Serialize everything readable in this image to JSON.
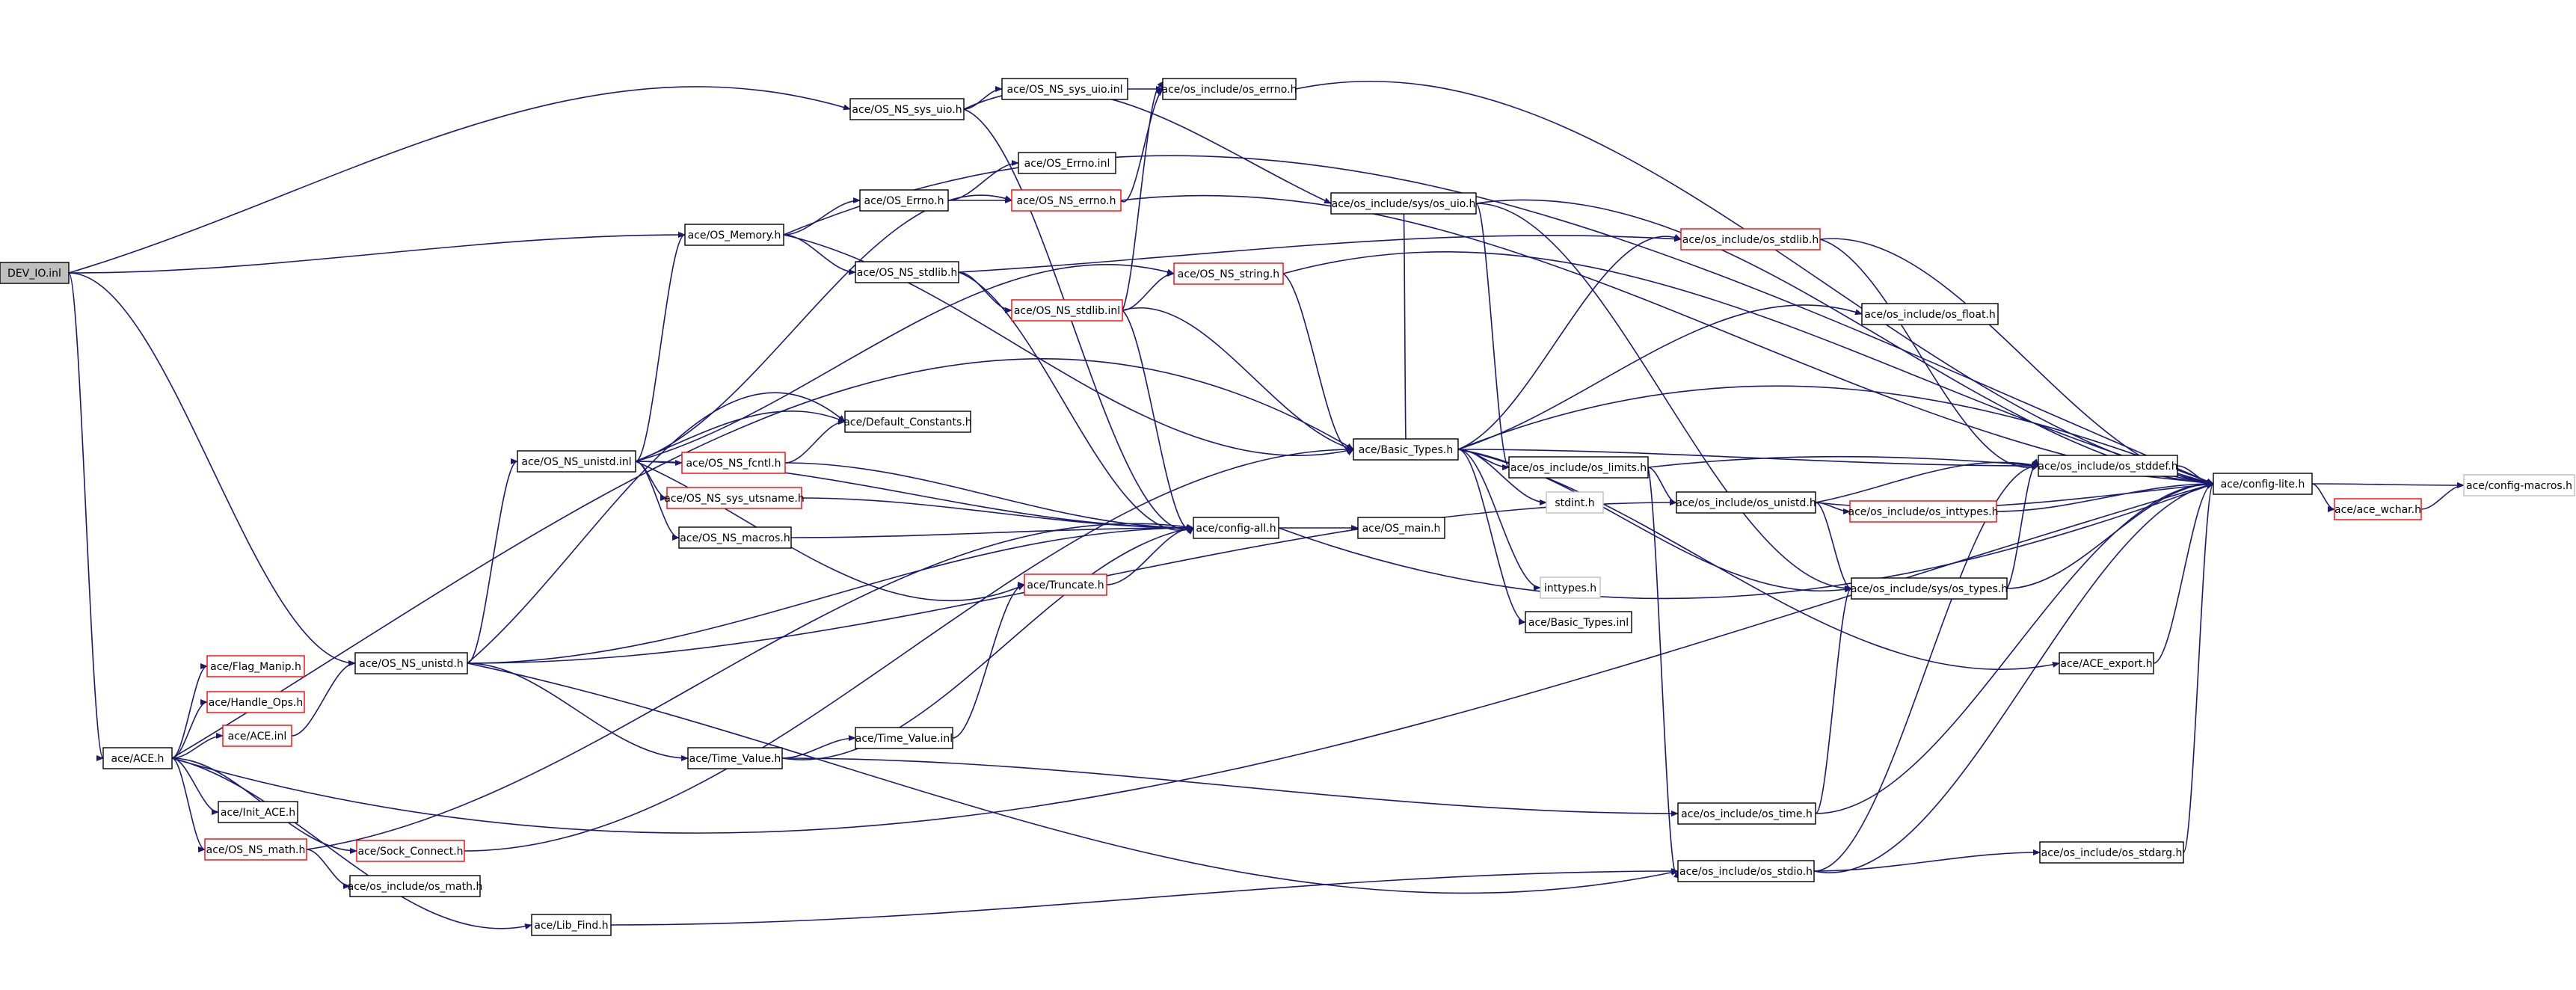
{
  "colors": {
    "edge": "#191970",
    "node_border_black": "#000000",
    "node_border_red": "#ff0000",
    "node_border_gray": "#bfbfbf",
    "root_fill": "#bfbfbf",
    "node_fill": "#ffffff"
  },
  "nodes": [
    {
      "id": "n_dev_io",
      "label": "DEV_IO.inl",
      "style": "root"
    },
    {
      "id": "n_os_ns_sys_uio_h",
      "label": "ace/OS_NS_sys_uio.h",
      "style": "black"
    },
    {
      "id": "n_os_ns_sys_uio_inl",
      "label": "ace/OS_NS_sys_uio.inl",
      "style": "black"
    },
    {
      "id": "n_os_errno_h",
      "label": "ace/os_include/os_errno.h",
      "style": "black"
    },
    {
      "id": "n_os_errno_inl",
      "label": "ace/OS_Errno.inl",
      "style": "black"
    },
    {
      "id": "n_os_errno_hdr",
      "label": "ace/OS_Errno.h",
      "style": "black"
    },
    {
      "id": "n_os_ns_errno_h",
      "label": "ace/OS_NS_errno.h",
      "style": "red"
    },
    {
      "id": "n_os_memory_h",
      "label": "ace/OS_Memory.h",
      "style": "black"
    },
    {
      "id": "n_sys_os_uio_h",
      "label": "ace/os_include/sys/os_uio.h",
      "style": "black"
    },
    {
      "id": "n_os_ns_stdlib_h",
      "label": "ace/OS_NS_stdlib.h",
      "style": "black"
    },
    {
      "id": "n_os_ns_string_h",
      "label": "ace/OS_NS_string.h",
      "style": "red"
    },
    {
      "id": "n_os_ns_stdlib_inl",
      "label": "ace/OS_NS_stdlib.inl",
      "style": "red"
    },
    {
      "id": "n_os_stdlib_h",
      "label": "ace/os_include/os_stdlib.h",
      "style": "red"
    },
    {
      "id": "n_os_float_h",
      "label": "ace/os_include/os_float.h",
      "style": "black"
    },
    {
      "id": "n_default_constants_h",
      "label": "ace/Default_Constants.h",
      "style": "black"
    },
    {
      "id": "n_os_ns_unistd_inl",
      "label": "ace/OS_NS_unistd.inl",
      "style": "black"
    },
    {
      "id": "n_os_ns_fcntl_h",
      "label": "ace/OS_NS_fcntl.h",
      "style": "red"
    },
    {
      "id": "n_basic_types_h",
      "label": "ace/Basic_Types.h",
      "style": "black"
    },
    {
      "id": "n_os_limits_h",
      "label": "ace/os_include/os_limits.h",
      "style": "black"
    },
    {
      "id": "n_os_stddef_h",
      "label": "ace/os_include/os_stddef.h",
      "style": "black"
    },
    {
      "id": "n_config_lite_h",
      "label": "ace/config-lite.h",
      "style": "black"
    },
    {
      "id": "n_config_macros_h",
      "label": "ace/config-macros.h",
      "style": "gray"
    },
    {
      "id": "n_ace_wchar_h",
      "label": "ace/ace_wchar.h",
      "style": "red"
    },
    {
      "id": "n_os_ns_sys_utsname_h",
      "label": "ace/OS_NS_sys_utsname.h",
      "style": "red"
    },
    {
      "id": "n_stdint_h",
      "label": "stdint.h",
      "style": "gray"
    },
    {
      "id": "n_os_unistd_h",
      "label": "ace/os_include/os_unistd.h",
      "style": "black"
    },
    {
      "id": "n_os_inttypes_h",
      "label": "ace/os_include/os_inttypes.h",
      "style": "red"
    },
    {
      "id": "n_os_ns_macros_h",
      "label": "ace/OS_NS_macros.h",
      "style": "black"
    },
    {
      "id": "n_config_all_h",
      "label": "ace/config-all.h",
      "style": "black"
    },
    {
      "id": "n_os_main_h",
      "label": "ace/OS_main.h",
      "style": "black"
    },
    {
      "id": "n_truncate_h",
      "label": "ace/Truncate.h",
      "style": "red"
    },
    {
      "id": "n_inttypes_h",
      "label": "inttypes.h",
      "style": "gray"
    },
    {
      "id": "n_sys_os_types_h",
      "label": "ace/os_include/sys/os_types.h",
      "style": "black"
    },
    {
      "id": "n_basic_types_inl",
      "label": "ace/Basic_Types.inl",
      "style": "black"
    },
    {
      "id": "n_flag_manip_h",
      "label": "ace/Flag_Manip.h",
      "style": "red"
    },
    {
      "id": "n_os_ns_unistd_h",
      "label": "ace/OS_NS_unistd.h",
      "style": "black"
    },
    {
      "id": "n_ace_export_h",
      "label": "ace/ACE_export.h",
      "style": "black"
    },
    {
      "id": "n_handle_ops_h",
      "label": "ace/Handle_Ops.h",
      "style": "red"
    },
    {
      "id": "n_ace_inl",
      "label": "ace/ACE.inl",
      "style": "red"
    },
    {
      "id": "n_time_value_inl",
      "label": "ace/Time_Value.inl",
      "style": "black"
    },
    {
      "id": "n_ace_h",
      "label": "ace/ACE.h",
      "style": "black"
    },
    {
      "id": "n_time_value_h",
      "label": "ace/Time_Value.h",
      "style": "black"
    },
    {
      "id": "n_init_ace_h",
      "label": "ace/Init_ACE.h",
      "style": "black"
    },
    {
      "id": "n_os_time_h",
      "label": "ace/os_include/os_time.h",
      "style": "black"
    },
    {
      "id": "n_os_ns_math_h",
      "label": "ace/OS_NS_math.h",
      "style": "red"
    },
    {
      "id": "n_sock_connect_h",
      "label": "ace/Sock_Connect.h",
      "style": "red"
    },
    {
      "id": "n_os_stdarg_h",
      "label": "ace/os_include/os_stdarg.h",
      "style": "black"
    },
    {
      "id": "n_os_stdio_h",
      "label": "ace/os_include/os_stdio.h",
      "style": "black"
    },
    {
      "id": "n_os_math_h",
      "label": "ace/os_include/os_math.h",
      "style": "black"
    },
    {
      "id": "n_lib_find_h",
      "label": "ace/Lib_Find.h",
      "style": "black"
    }
  ]
}
